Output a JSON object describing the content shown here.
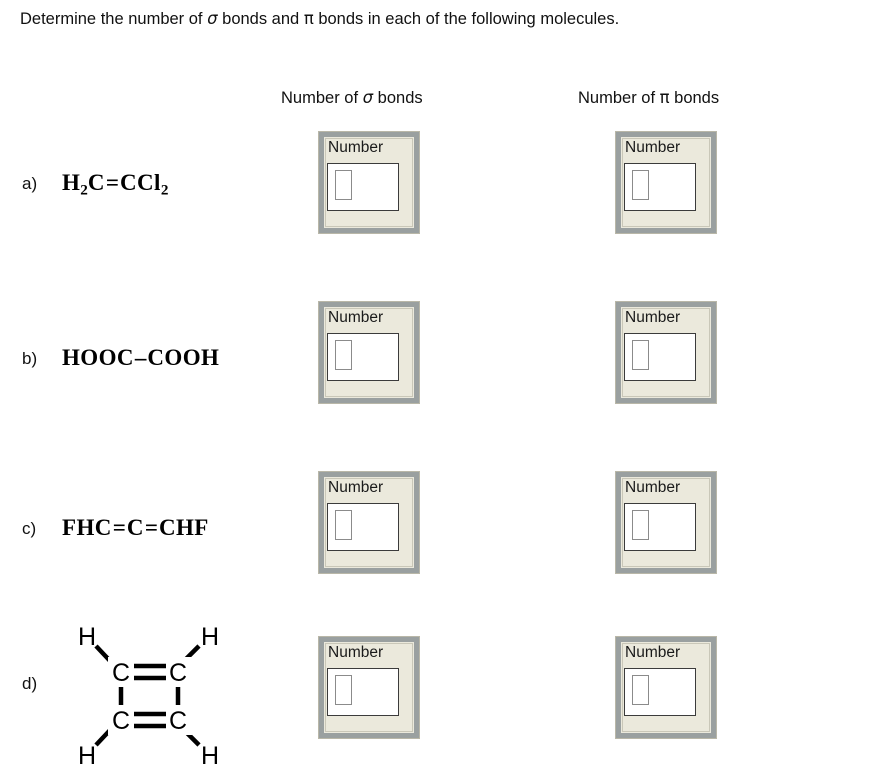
{
  "prompt": {
    "text_before": "Determine the number of ",
    "sigma": "σ",
    "text_mid": " bonds and ",
    "pi": "π",
    "text_after": " bonds in each of the following molecules."
  },
  "headers": {
    "sigma_column": {
      "prefix": "Number of ",
      "symbol": "σ",
      "suffix": " bonds"
    },
    "pi_column": {
      "prefix": "Number of ",
      "symbol": "π",
      "suffix": " bonds"
    }
  },
  "items": [
    {
      "letter": "a)",
      "formula_type": "text",
      "formula_html": "H<sub>2</sub>C<span class=\"eq\">=</span>CCl<sub>2</sub>",
      "formula_plain": "H2C=CCl2"
    },
    {
      "letter": "b)",
      "formula_type": "text",
      "formula_html": "HOOC<span class=\"eq\">–</span>COOH",
      "formula_plain": "HOOC-COOH"
    },
    {
      "letter": "c)",
      "formula_type": "text",
      "formula_html": "FHC<span class=\"eq\">=</span>C<span class=\"eq\">=</span>CHF",
      "formula_plain": "FHC=C=CHF"
    },
    {
      "letter": "d)",
      "formula_type": "structure",
      "formula_plain": "cyclobutadiene",
      "structure": {
        "name": "cyclobutadiene-skeletal",
        "atoms": [
          "C",
          "C",
          "C",
          "C",
          "H",
          "H",
          "H",
          "H"
        ],
        "carbon_labels": [
          "C",
          "C",
          "C",
          "C"
        ],
        "hydrogen_labels": [
          "H",
          "H",
          "H",
          "H"
        ],
        "bonds": [
          {
            "type": "double",
            "position": "top"
          },
          {
            "type": "double",
            "position": "bottom"
          },
          {
            "type": "single",
            "position": "left"
          },
          {
            "type": "single",
            "position": "right"
          },
          {
            "type": "single",
            "position": "top-left-H"
          },
          {
            "type": "single",
            "position": "top-right-H"
          },
          {
            "type": "single",
            "position": "bottom-left-H"
          },
          {
            "type": "single",
            "position": "bottom-right-H"
          }
        ]
      }
    }
  ],
  "answer_box": {
    "label": "Number",
    "value": "",
    "placeholder": ""
  },
  "colors": {
    "box_background": "#ebe9dc",
    "box_bevel": "#9aa0a0",
    "field_background": "#ffffff",
    "field_border": "#3b3b3b",
    "text": "#111111",
    "page_background": "#ffffff"
  }
}
